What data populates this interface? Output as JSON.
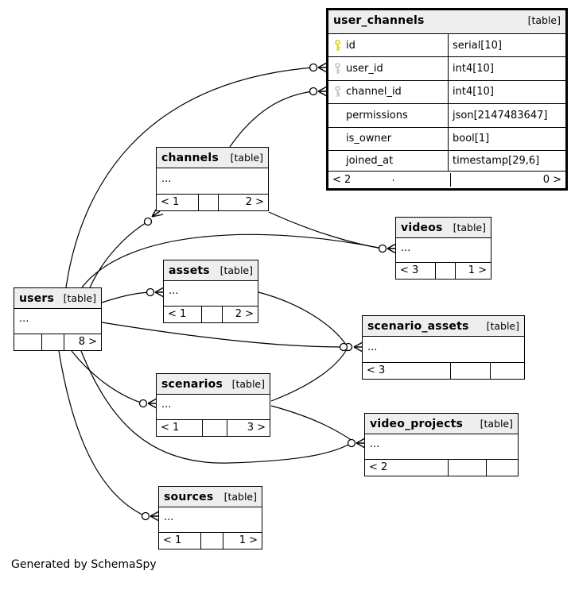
{
  "credit": "Generated by SchemaSpy",
  "colors": {
    "header_bg": "#eeeeee",
    "primary_key": "#d8d800",
    "foreign_key": "#c4c4c4",
    "line": "#000000"
  },
  "tables": {
    "user_channels": {
      "name": "user_channels",
      "tag": "[table]",
      "columns": [
        {
          "name": "id",
          "type": "serial[10]",
          "key": "primary"
        },
        {
          "name": "user_id",
          "type": "int4[10]",
          "key": "foreign"
        },
        {
          "name": "channel_id",
          "type": "int4[10]",
          "key": "foreign"
        },
        {
          "name": "permissions",
          "type": "json[2147483647]",
          "key": "none"
        },
        {
          "name": "is_owner",
          "type": "bool[1]",
          "key": "none"
        },
        {
          "name": "joined_at",
          "type": "timestamp[29,6]",
          "key": "none"
        }
      ],
      "footer": {
        "left": "< 2",
        "mid": "",
        "right": "0 >"
      }
    },
    "channels": {
      "name": "channels",
      "tag": "[table]",
      "ellipsis": "...",
      "footer": {
        "left": "< 1",
        "mid": "",
        "right": "2 >"
      }
    },
    "videos": {
      "name": "videos",
      "tag": "[table]",
      "ellipsis": "...",
      "footer": {
        "left": "< 3",
        "mid": "",
        "right": "1 >"
      }
    },
    "users": {
      "name": "users",
      "tag": "[table]",
      "ellipsis": "...",
      "footer": {
        "left": "",
        "mid": "",
        "right": "8 >"
      }
    },
    "assets": {
      "name": "assets",
      "tag": "[table]",
      "ellipsis": "...",
      "footer": {
        "left": "< 1",
        "mid": "",
        "right": "2 >"
      }
    },
    "scenario_assets": {
      "name": "scenario_assets",
      "tag": "[table]",
      "ellipsis": "...",
      "footer": {
        "left": "< 3",
        "mid": "",
        "right": ""
      }
    },
    "scenarios": {
      "name": "scenarios",
      "tag": "[table]",
      "ellipsis": "...",
      "footer": {
        "left": "< 1",
        "mid": "",
        "right": "3 >"
      }
    },
    "video_projects": {
      "name": "video_projects",
      "tag": "[table]",
      "ellipsis": "...",
      "footer": {
        "left": "< 2",
        "mid": "",
        "right": ""
      }
    },
    "sources": {
      "name": "sources",
      "tag": "[table]",
      "ellipsis": "...",
      "footer": {
        "left": "< 1",
        "mid": "",
        "right": "1 >"
      }
    }
  },
  "relationships": [
    {
      "from": "users",
      "to": "user_channels.user_id"
    },
    {
      "from": "channels",
      "to": "user_channels.channel_id"
    },
    {
      "from": "users",
      "to": "channels"
    },
    {
      "from": "users",
      "to": "videos"
    },
    {
      "from": "channels",
      "to": "videos"
    },
    {
      "from": "users",
      "to": "assets"
    },
    {
      "from": "users",
      "to": "scenario_assets"
    },
    {
      "from": "assets",
      "to": "scenario_assets"
    },
    {
      "from": "users",
      "to": "scenarios"
    },
    {
      "from": "users",
      "to": "video_projects"
    },
    {
      "from": "scenarios",
      "to": "scenario_assets"
    },
    {
      "from": "scenarios",
      "to": "video_projects"
    },
    {
      "from": "users",
      "to": "sources"
    }
  ]
}
